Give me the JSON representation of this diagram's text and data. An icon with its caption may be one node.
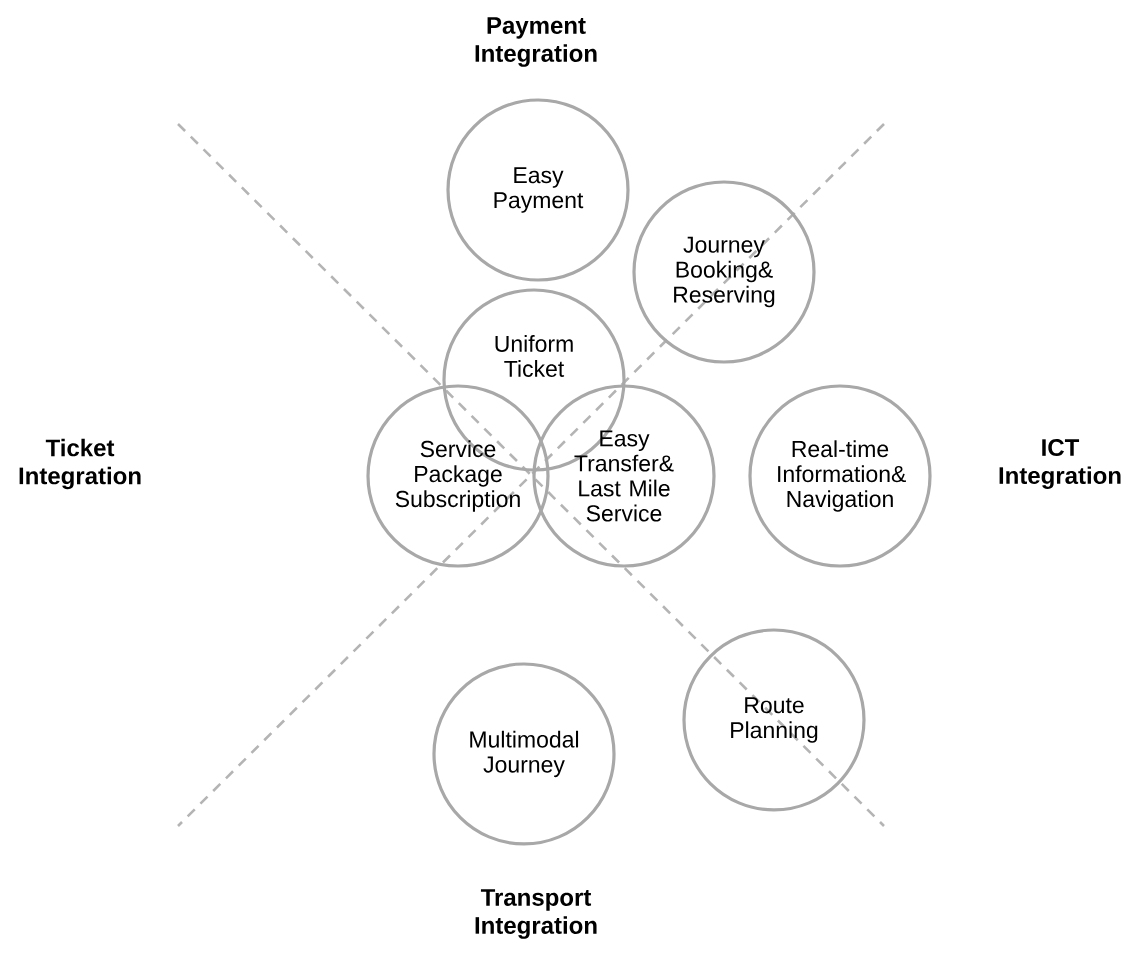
{
  "diagram": {
    "nodes": [
      {
        "text": [
          "Easy Payment"
        ]
      },
      {
        "text": [
          "Journey Booking& Reserving"
        ]
      },
      {
        "text": [
          "Uniform Ticket"
        ]
      },
      {
        "text": [
          "Service Package Subscription"
        ]
      },
      {
        "text": [
          "Easy Transfer& Last Mile Service"
        ]
      },
      {
        "text": [
          "Real-time Information& Navigation"
        ]
      },
      {
        "text": [
          "Route Planning"
        ]
      },
      {
        "text": [
          "Multimodal Journey"
        ]
      }
    ],
    "labels": [
      "Payment Integration",
      "Ticket Integration",
      "ICT Integration",
      "Transport Integration"
    ]
  }
}
